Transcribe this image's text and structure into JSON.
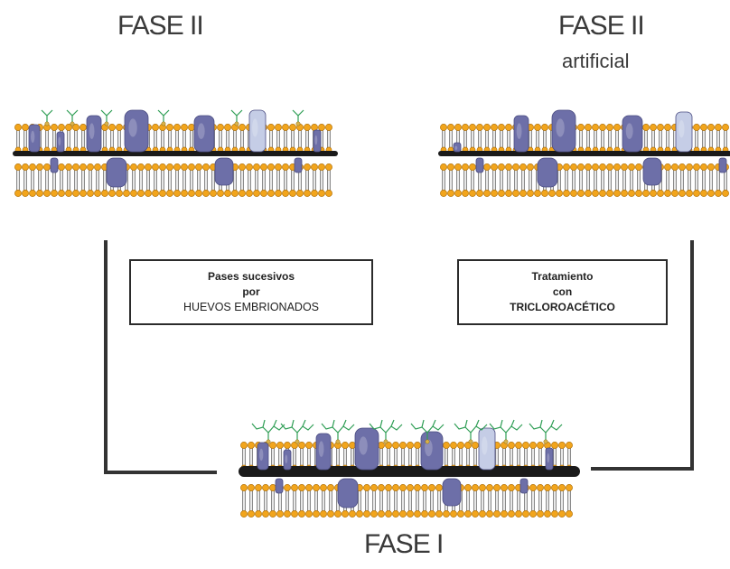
{
  "labels": {
    "fase2_left": "FASE II",
    "fase2_right": "FASE II",
    "fase2_right_sub": "artificial",
    "fase1": "FASE I"
  },
  "boxes": {
    "left": {
      "lines": [
        "Pases sucesivos",
        "por",
        "HUEVOS   EMBRIONADOS"
      ]
    },
    "right": {
      "lines": [
        "Tratamiento",
        "con",
        "TRICLOROACÉTICO"
      ]
    }
  },
  "colors": {
    "lipid_head": "#f2a51c",
    "lipid_head_edge": "#b5740a",
    "lipid_tail": "#8a8a8a",
    "membrane_line": "#1a1a1a",
    "protein": "#6d6fa8",
    "protein_light": "#c5cde6",
    "glycan": "#2f9e55",
    "connector": "#333333"
  },
  "icons": [
    "glycan-chain-icon",
    "membrane-protein-icon",
    "phospholipid-icon"
  ]
}
